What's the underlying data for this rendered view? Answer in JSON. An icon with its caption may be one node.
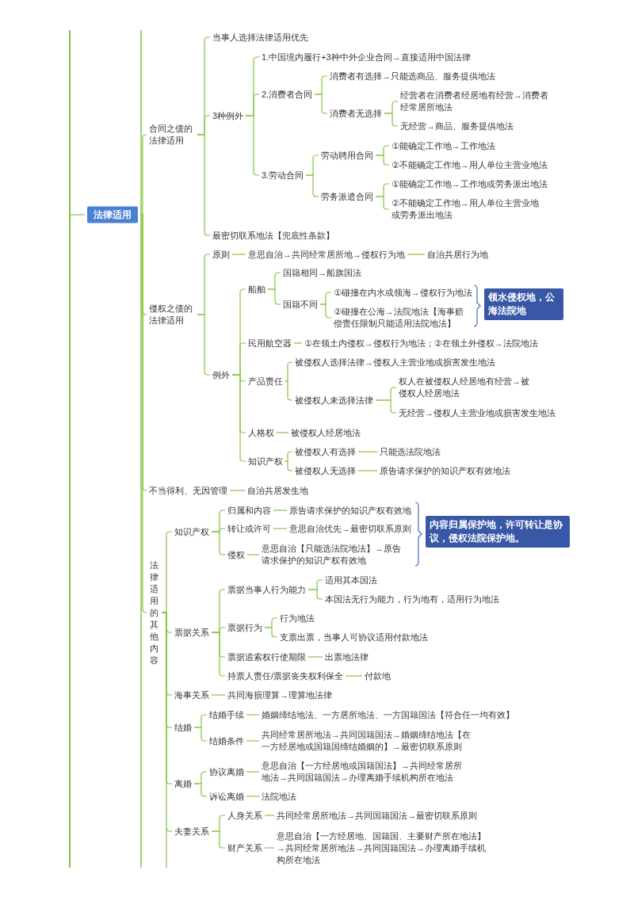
{
  "diagram": {
    "nodes": [
      {
        "text": [
          "法律适用"
        ]
      },
      {
        "text": [
          "合同之债的法律适用"
        ]
      },
      {
        "text": [
          "当事人选择法律适用优先"
        ]
      },
      {
        "text": [
          "3种例外"
        ]
      },
      {
        "text": [
          "1.中国境内履行+3种中外企业合同→直接适用中国法律"
        ]
      },
      {
        "text": [
          "2.消费者合同"
        ]
      },
      {
        "text": [
          "消费者有选择→只能选商品、服务提供地法"
        ]
      },
      {
        "text": [
          "消费者无选择"
        ]
      },
      {
        "text": [
          "经营者在消费者经居地有经营→消费者经常居所地法"
        ]
      },
      {
        "text": [
          "无经营→商品、服务提供地法"
        ]
      },
      {
        "text": [
          "3.劳动合同"
        ]
      },
      {
        "text": [
          "劳动聘用合同"
        ]
      },
      {
        "text": [
          "①能确定工作地→工作地法"
        ]
      },
      {
        "text": [
          "②不能确定工作地→用人单位主营业地法"
        ]
      },
      {
        "text": [
          "劳务派遣合同"
        ]
      },
      {
        "text": [
          "①能确定工作地→工作地或劳务派出地法"
        ]
      },
      {
        "text": [
          "②不能确定工作地→用人单位主营业地或劳务派出地法"
        ]
      },
      {
        "text": [
          "最密切联系地法【兜底性条款】"
        ]
      },
      {
        "text": [
          "侵权之债的法律适用"
        ]
      },
      {
        "text": [
          "原则"
        ]
      },
      {
        "text": [
          "意思自治→共同经常居所地→侵权行为地"
        ]
      },
      {
        "text": [
          "自治共居行为地"
        ]
      },
      {
        "text": [
          "例外"
        ]
      },
      {
        "text": [
          "船舶"
        ]
      },
      {
        "text": [
          "国籍相同→船旗国法"
        ]
      },
      {
        "text": [
          "国籍不同"
        ]
      },
      {
        "text": [
          "①碰撞在内水或领海→侵权行为地法"
        ]
      },
      {
        "text": [
          "②碰撞在公海→法院地法【海事赔偿责任限制只能适用法院地法】"
        ]
      },
      {
        "text": [
          "领水侵权地，公海法院地"
        ]
      },
      {
        "text": [
          "民用航空器"
        ]
      },
      {
        "text": [
          "①在领土内侵权→侵权行为地法；②在领土外侵权→法院地法"
        ]
      },
      {
        "text": [
          "产品责任"
        ]
      },
      {
        "text": [
          "被侵权人选择法律→侵权人主营业地或损害发生地法"
        ]
      },
      {
        "text": [
          "被侵权人未选择法律"
        ]
      },
      {
        "text": [
          "权人在被侵权人经居地有经营→被侵权人经居地法"
        ]
      },
      {
        "text": [
          "无经营→侵权人主营业地或损害发生地法"
        ]
      },
      {
        "text": [
          "人格权"
        ]
      },
      {
        "text": [
          "被侵权人经居地法"
        ]
      },
      {
        "text": [
          "知识产权"
        ]
      },
      {
        "text": [
          "被侵权人有选择"
        ]
      },
      {
        "text": [
          "只能选法院地法"
        ]
      },
      {
        "text": [
          "被侵权人无选择"
        ]
      },
      {
        "text": [
          "原告请求保护的知识产权有效地法"
        ]
      },
      {
        "text": [
          "不当得利、无因管理"
        ]
      },
      {
        "text": [
          "自治共居发生地"
        ]
      },
      {
        "text": [
          "法律适用的其他内容"
        ]
      },
      {
        "text": [
          "知识产权"
        ]
      },
      {
        "text": [
          "归属和内容"
        ]
      },
      {
        "text": [
          "原告请求保护的知识产权有效地"
        ]
      },
      {
        "text": [
          "转让或许可"
        ]
      },
      {
        "text": [
          "意思自治优先→最密切联系原则"
        ]
      },
      {
        "text": [
          "侵权"
        ]
      },
      {
        "text": [
          "意思自治【只能选法院地法】→原告请求保护的知识产权有效地"
        ]
      },
      {
        "text": [
          "内容归属保护地，许可转让是协议，侵权法院保护地。"
        ]
      },
      {
        "text": [
          "票据关系"
        ]
      },
      {
        "text": [
          "票据当事人行为能力"
        ]
      },
      {
        "text": [
          "适用其本国法"
        ]
      },
      {
        "text": [
          "本国法无行为能力，行为地有，适用行为地法"
        ]
      },
      {
        "text": [
          "票据行为"
        ]
      },
      {
        "text": [
          "行为地法"
        ]
      },
      {
        "text": [
          "支票出票，当事人可协议适用付款地法"
        ]
      },
      {
        "text": [
          "票据追索权行使期限"
        ]
      },
      {
        "text": [
          "出票地法律"
        ]
      },
      {
        "text": [
          "持票人责任/票据丧失权利保全"
        ]
      },
      {
        "text": [
          "付款地"
        ]
      },
      {
        "text": [
          "海事关系"
        ]
      },
      {
        "text": [
          "共同海损理算→理算地法律"
        ]
      },
      {
        "text": [
          "结婚"
        ]
      },
      {
        "text": [
          "结婚手续"
        ]
      },
      {
        "text": [
          "婚姻缔结地法、一方居所地法、一方国籍国法【符合任一均有效】"
        ]
      },
      {
        "text": [
          "结婚条件"
        ]
      },
      {
        "text": [
          "共同经常居所地法→共同国籍国法→婚姻缔结地法【在一方经居地或国籍国缔结婚姻的】→最密切联系原则"
        ]
      },
      {
        "text": [
          "离婚"
        ]
      },
      {
        "text": [
          "协议离婚"
        ]
      },
      {
        "text": [
          "意思自治【一方经居地或国籍国法】→共同经常居所地法→共同国籍国法→办理离婚手续机构所在地法"
        ]
      },
      {
        "text": [
          "诉讼离婚"
        ]
      },
      {
        "text": [
          "法院地法"
        ]
      },
      {
        "text": [
          "夫妻关系"
        ]
      },
      {
        "text": [
          "人身关系"
        ]
      },
      {
        "text": [
          "共同经常居所地法→共同国籍国法→最密切联系原则"
        ]
      },
      {
        "text": [
          "财产关系"
        ]
      },
      {
        "text": [
          "意思自治【一方经居地、国籍国、主要财产所在地法】→共同经常居所地法→共同国籍国法→办理离婚手续机构所在地法"
        ]
      }
    ],
    "edges": [
      {
        "from": null,
        "to": 0,
        "arrow": "none"
      },
      {
        "from": 0,
        "to": 1,
        "arrow": "none"
      },
      {
        "from": 0,
        "to": 18,
        "arrow": "none"
      },
      {
        "from": 0,
        "to": 43,
        "arrow": "none"
      },
      {
        "from": 0,
        "to": 45,
        "arrow": "none"
      },
      {
        "from": 1,
        "to": 2,
        "arrow": "none"
      },
      {
        "from": 1,
        "to": 3,
        "arrow": "none"
      },
      {
        "from": 1,
        "to": 17,
        "arrow": "none"
      },
      {
        "from": 3,
        "to": 4,
        "arrow": "none"
      },
      {
        "from": 3,
        "to": 5,
        "arrow": "none"
      },
      {
        "from": 3,
        "to": 10,
        "arrow": "none"
      },
      {
        "from": 5,
        "to": 6,
        "arrow": "none"
      },
      {
        "from": 5,
        "to": 7,
        "arrow": "none"
      },
      {
        "from": 7,
        "to": 8,
        "arrow": "none"
      },
      {
        "from": 7,
        "to": 9,
        "arrow": "none"
      },
      {
        "from": 10,
        "to": 11,
        "arrow": "none"
      },
      {
        "from": 10,
        "to": 14,
        "arrow": "none"
      },
      {
        "from": 11,
        "to": 12,
        "arrow": "none"
      },
      {
        "from": 11,
        "to": 13,
        "arrow": "none"
      },
      {
        "from": 14,
        "to": 15,
        "arrow": "none"
      },
      {
        "from": 14,
        "to": 16,
        "arrow": "none"
      },
      {
        "from": 18,
        "to": 19,
        "arrow": "none"
      },
      {
        "from": 18,
        "to": 22,
        "arrow": "none"
      },
      {
        "from": 19,
        "to": 20,
        "arrow": "none"
      },
      {
        "from": 20,
        "to": 21,
        "arrow": "none"
      },
      {
        "from": 22,
        "to": 23,
        "arrow": "none"
      },
      {
        "from": 22,
        "to": 29,
        "arrow": "none"
      },
      {
        "from": 22,
        "to": 31,
        "arrow": "none"
      },
      {
        "from": 22,
        "to": 36,
        "arrow": "none"
      },
      {
        "from": 22,
        "to": 38,
        "arrow": "none"
      },
      {
        "from": 23,
        "to": 24,
        "arrow": "none"
      },
      {
        "from": 23,
        "to": 25,
        "arrow": "none"
      },
      {
        "from": 25,
        "to": 26,
        "arrow": "none"
      },
      {
        "from": 25,
        "to": 27,
        "arrow": "none"
      },
      {
        "from": 29,
        "to": 30,
        "arrow": "none"
      },
      {
        "from": 31,
        "to": 32,
        "arrow": "none"
      },
      {
        "from": 31,
        "to": 33,
        "arrow": "none"
      },
      {
        "from": 33,
        "to": 34,
        "arrow": "none"
      },
      {
        "from": 33,
        "to": 35,
        "arrow": "none"
      },
      {
        "from": 36,
        "to": 37,
        "arrow": "none"
      },
      {
        "from": 38,
        "to": 39,
        "arrow": "none"
      },
      {
        "from": 38,
        "to": 41,
        "arrow": "none"
      },
      {
        "from": 39,
        "to": 40,
        "arrow": "none"
      },
      {
        "from": 41,
        "to": 42,
        "arrow": "none"
      },
      {
        "from": 43,
        "to": 44,
        "arrow": "none"
      },
      {
        "from": 45,
        "to": 46,
        "arrow": "none"
      },
      {
        "from": 45,
        "to": 54,
        "arrow": "none"
      },
      {
        "from": 45,
        "to": 65,
        "arrow": "none"
      },
      {
        "from": 45,
        "to": 67,
        "arrow": "none"
      },
      {
        "from": 45,
        "to": 72,
        "arrow": "none"
      },
      {
        "from": 45,
        "to": 77,
        "arrow": "none"
      },
      {
        "from": 46,
        "to": 47,
        "arrow": "none"
      },
      {
        "from": 46,
        "to": 49,
        "arrow": "none"
      },
      {
        "from": 46,
        "to": 51,
        "arrow": "none"
      },
      {
        "from": 47,
        "to": 48,
        "arrow": "none"
      },
      {
        "from": 49,
        "to": 50,
        "arrow": "none"
      },
      {
        "from": 51,
        "to": 52,
        "arrow": "none"
      },
      {
        "from": 54,
        "to": 55,
        "arrow": "none"
      },
      {
        "from": 54,
        "to": 58,
        "arrow": "none"
      },
      {
        "from": 54,
        "to": 61,
        "arrow": "none"
      },
      {
        "from": 54,
        "to": 63,
        "arrow": "none"
      },
      {
        "from": 55,
        "to": 56,
        "arrow": "none"
      },
      {
        "from": 55,
        "to": 57,
        "arrow": "none"
      },
      {
        "from": 58,
        "to": 59,
        "arrow": "none"
      },
      {
        "from": 58,
        "to": 60,
        "arrow": "none"
      },
      {
        "from": 61,
        "to": 62,
        "arrow": "none"
      },
      {
        "from": 63,
        "to": 64,
        "arrow": "none"
      },
      {
        "from": 65,
        "to": 66,
        "arrow": "none"
      },
      {
        "from": 67,
        "to": 68,
        "arrow": "none"
      },
      {
        "from": 67,
        "to": 70,
        "arrow": "none"
      },
      {
        "from": 68,
        "to": 69,
        "arrow": "none"
      },
      {
        "from": 70,
        "to": 71,
        "arrow": "none"
      },
      {
        "from": 72,
        "to": 73,
        "arrow": "none"
      },
      {
        "from": 72,
        "to": 75,
        "arrow": "none"
      },
      {
        "from": 73,
        "to": 74,
        "arrow": "none"
      },
      {
        "from": 75,
        "to": 76,
        "arrow": "none"
      },
      {
        "from": 77,
        "to": 78,
        "arrow": "none"
      },
      {
        "from": 77,
        "to": 80,
        "arrow": "none"
      },
      {
        "from": 78,
        "to": 79,
        "arrow": "none"
      },
      {
        "from": 80,
        "to": 81,
        "arrow": "none"
      }
    ]
  }
}
